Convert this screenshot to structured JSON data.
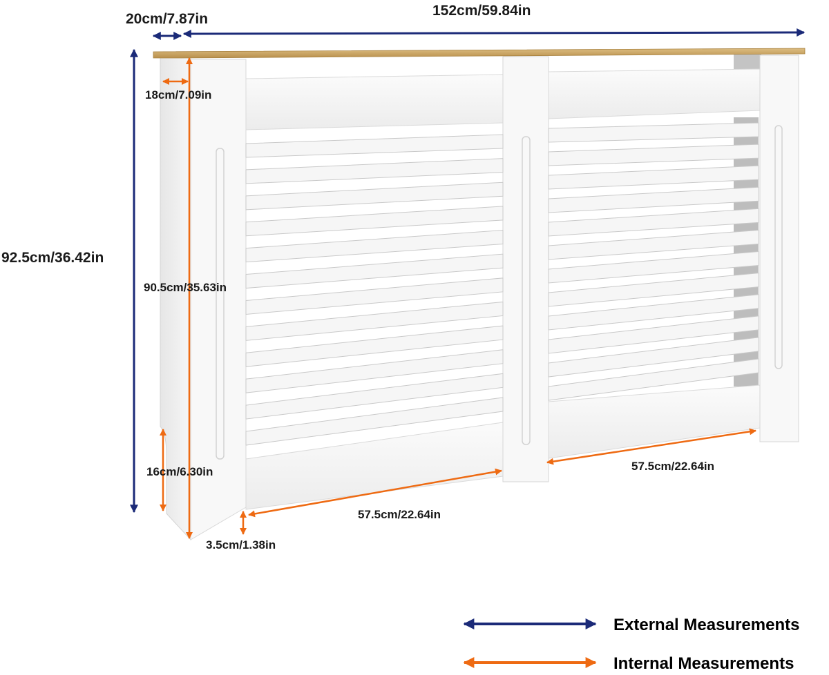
{
  "colors": {
    "external": "#1b2a78",
    "internal": "#ee6a12",
    "wood": "#d2b072",
    "panel": "#f7f7f7",
    "panel_edge": "#d9d9d9",
    "gap": "#c2c2c2"
  },
  "measurements": {
    "external": {
      "depth": "20cm/7.87in",
      "width": "152cm/59.84in",
      "height": "92.5cm/36.42in"
    },
    "internal": {
      "depth": "18cm/7.09in",
      "height": "90.5cm/35.63in",
      "foot_height": "16cm/6.30in",
      "clearance": "3.5cm/1.38in",
      "left_section_width": "57.5cm/22.64in",
      "right_section_width": "57.5cm/22.64in"
    }
  },
  "legend": {
    "external_label": "External Measurements",
    "internal_label": "Internal Measurements"
  }
}
